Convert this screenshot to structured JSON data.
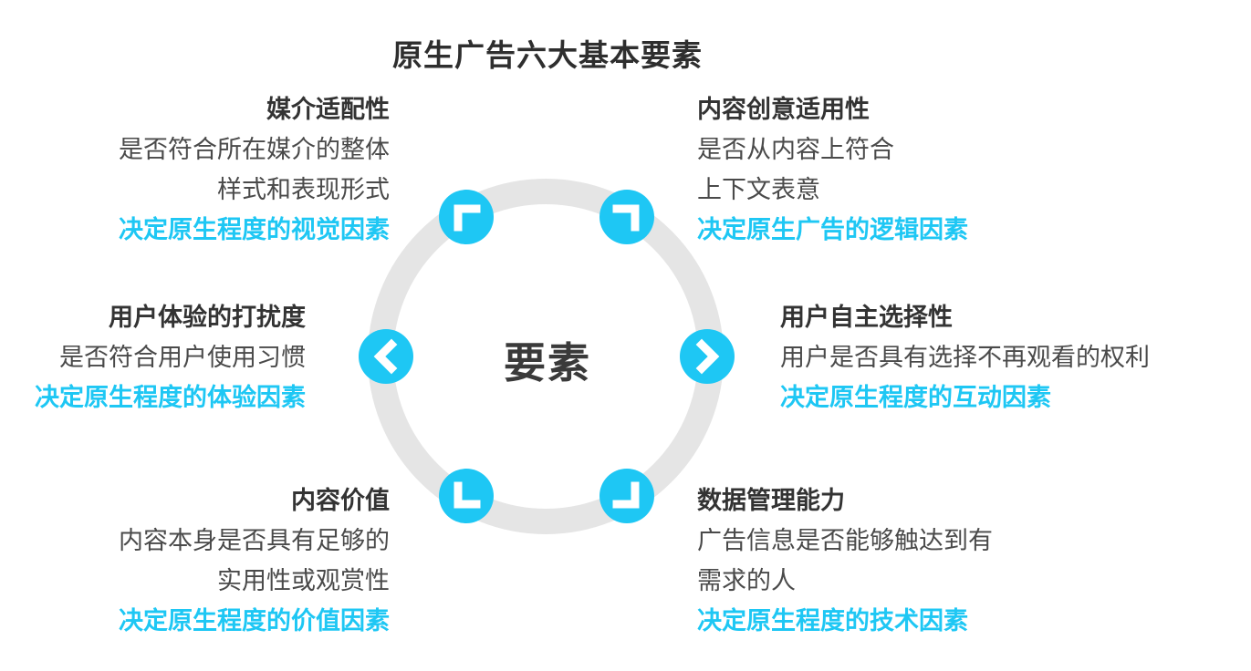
{
  "title": "原生广告六大基本要素",
  "center": "要素",
  "colors": {
    "accent": "#1ec7f4",
    "ring": "#e5e5e5",
    "heading": "#333333",
    "body": "#4a4a4a"
  },
  "icons": [
    "arrow-up-left-icon",
    "arrow-up-right-icon",
    "chevron-left-icon",
    "chevron-right-icon",
    "arrow-down-left-icon",
    "arrow-down-right-icon"
  ],
  "elements": {
    "top_left": {
      "heading": "媒介适配性",
      "lines": [
        "是否符合所在媒介的整体",
        "样式和表现形式"
      ],
      "factor": "决定原生程度的视觉因素"
    },
    "top_right": {
      "heading": "内容创意适用性",
      "lines": [
        "是否从内容上符合",
        "上下文表意"
      ],
      "factor": "决定原生广告的逻辑因素"
    },
    "mid_left": {
      "heading": "用户体验的打扰度",
      "lines": [
        "是否符合用户使用习惯"
      ],
      "factor": "决定原生程度的体验因素"
    },
    "mid_right": {
      "heading": "用户自主选择性",
      "lines": [
        "用户是否具有选择不再观看的权利"
      ],
      "factor": "决定原生程度的互动因素"
    },
    "bottom_left": {
      "heading": "内容价值",
      "lines": [
        "内容本身是否具有足够的",
        "实用性或观赏性"
      ],
      "factor": "决定原生程度的价值因素"
    },
    "bottom_right": {
      "heading": "数据管理能力",
      "lines": [
        "广告信息是否能够触达到有",
        "需求的人"
      ],
      "factor": "决定原生程度的技术因素"
    }
  }
}
